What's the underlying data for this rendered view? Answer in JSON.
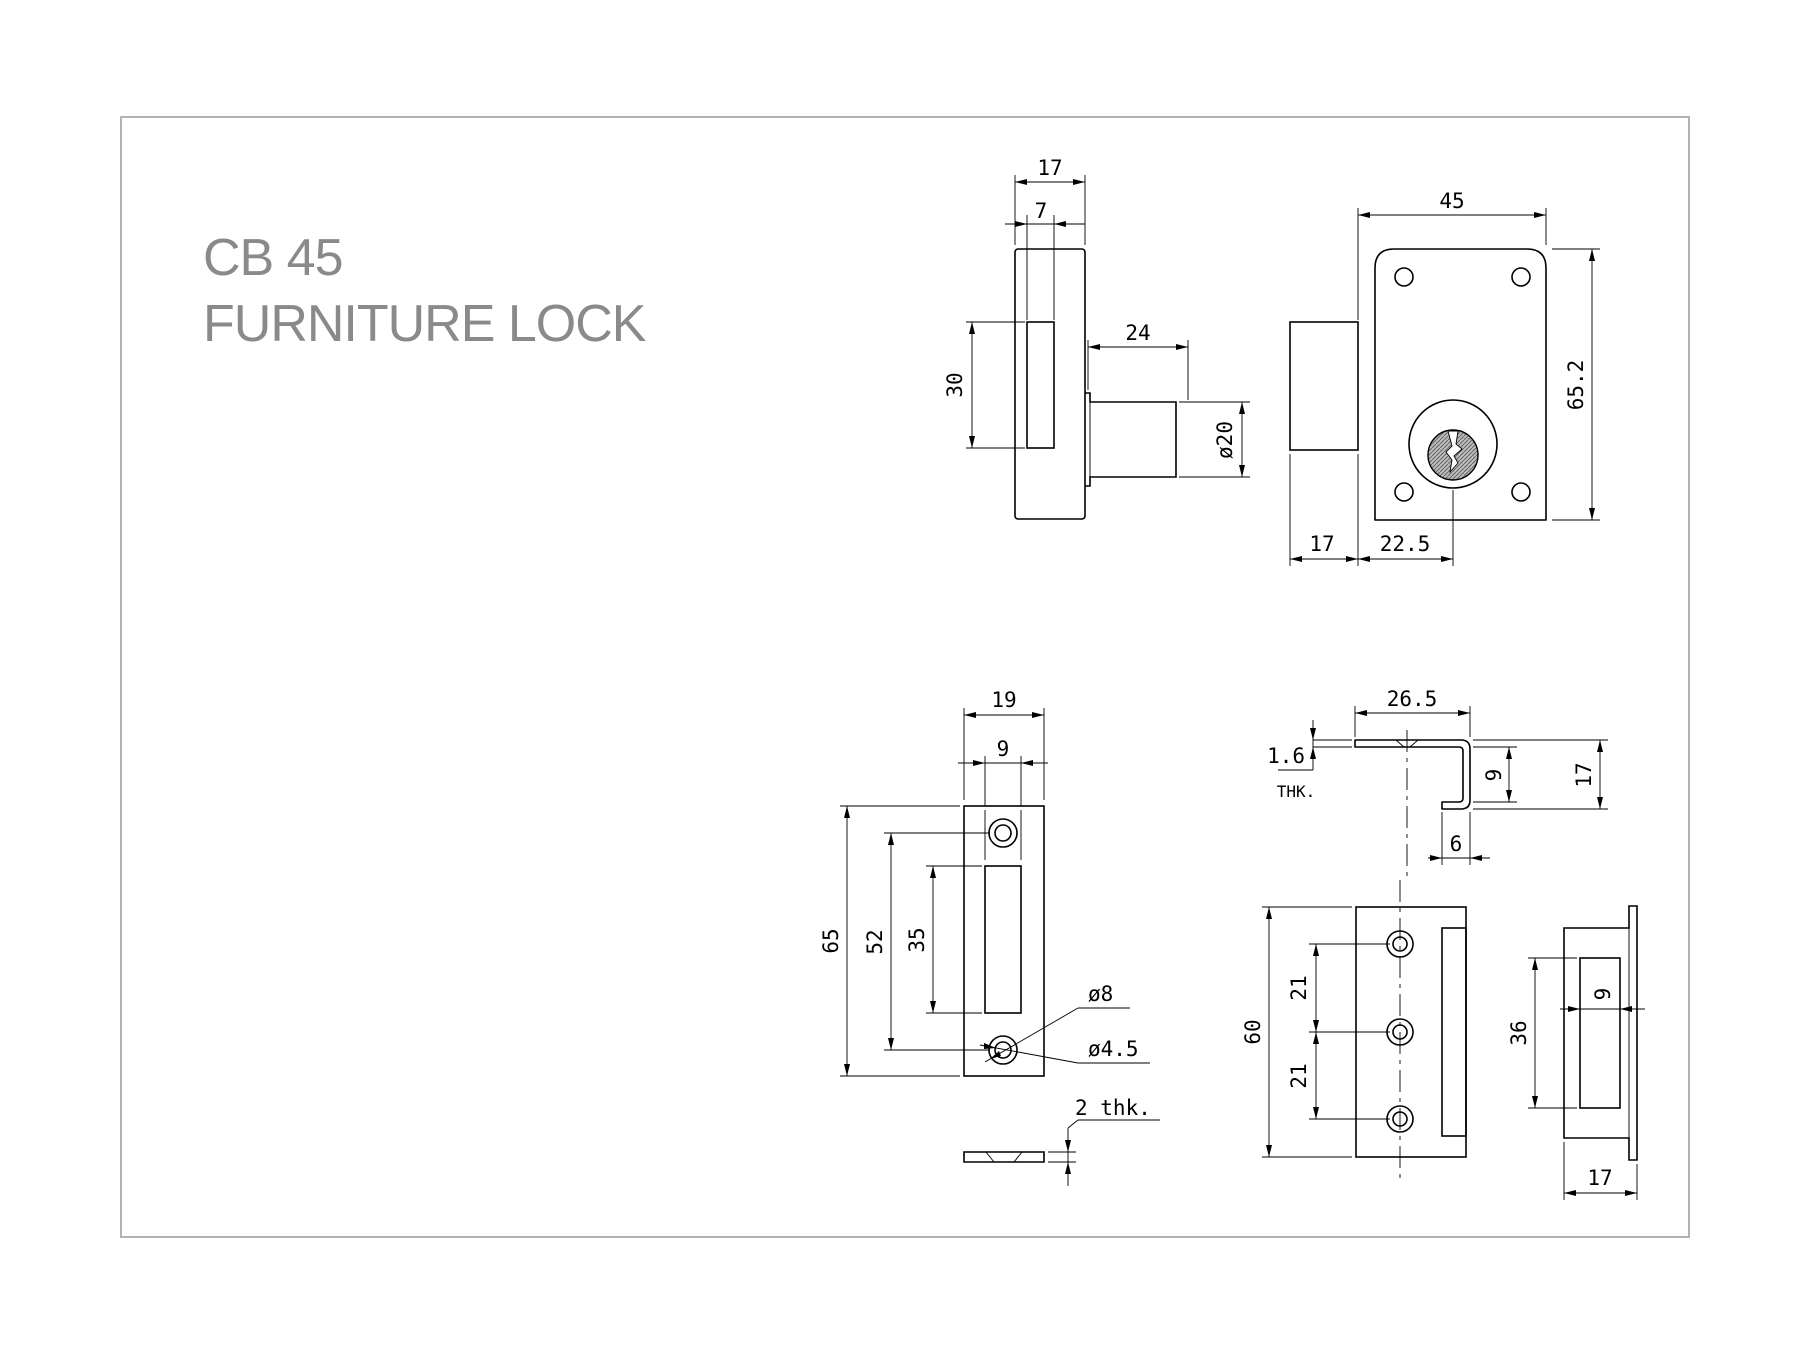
{
  "title": {
    "model": "CB 45",
    "product": "FURNITURE LOCK"
  },
  "views": {
    "side": {
      "width": "17",
      "pin": "7",
      "bolt_height": "30",
      "cylinder_length": "24",
      "cylinder_dia": "ø20"
    },
    "front": {
      "width": "45",
      "height": "65.2",
      "cylinder_offset": "17",
      "key_center": "22.5"
    },
    "strike_plate": {
      "width": "19",
      "slot_width": "9",
      "height": "65",
      "hole_spacing": "52",
      "slot_length": "35",
      "hole_large": "ø8",
      "hole_small": "ø4.5",
      "thickness": "2 thk."
    },
    "angle_strike": {
      "length": "26.5",
      "thickness": "1.6",
      "thickness_label": "THK.",
      "inner_depth": "9",
      "outer_depth": "17",
      "lip": "6"
    },
    "angle_strike_face": {
      "height": "60",
      "spacing_upper": "21",
      "spacing_lower": "21"
    },
    "angle_strike_end": {
      "slot_height": "36",
      "slot_width": "9",
      "depth": "17"
    }
  }
}
